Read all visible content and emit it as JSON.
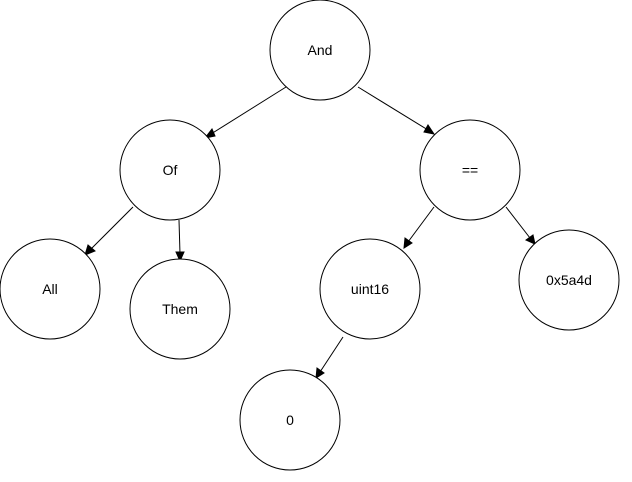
{
  "nodes": {
    "and": "And",
    "of": "Of",
    "eq": "==",
    "all": "All",
    "them": "Them",
    "uint16": "uint16",
    "hex": "0x5a4d",
    "zero": "0"
  },
  "edges": [
    {
      "from": "and",
      "to": "of"
    },
    {
      "from": "and",
      "to": "eq"
    },
    {
      "from": "of",
      "to": "all"
    },
    {
      "from": "of",
      "to": "them"
    },
    {
      "from": "eq",
      "to": "uint16"
    },
    {
      "from": "eq",
      "to": "hex"
    },
    {
      "from": "uint16",
      "to": "zero"
    }
  ]
}
